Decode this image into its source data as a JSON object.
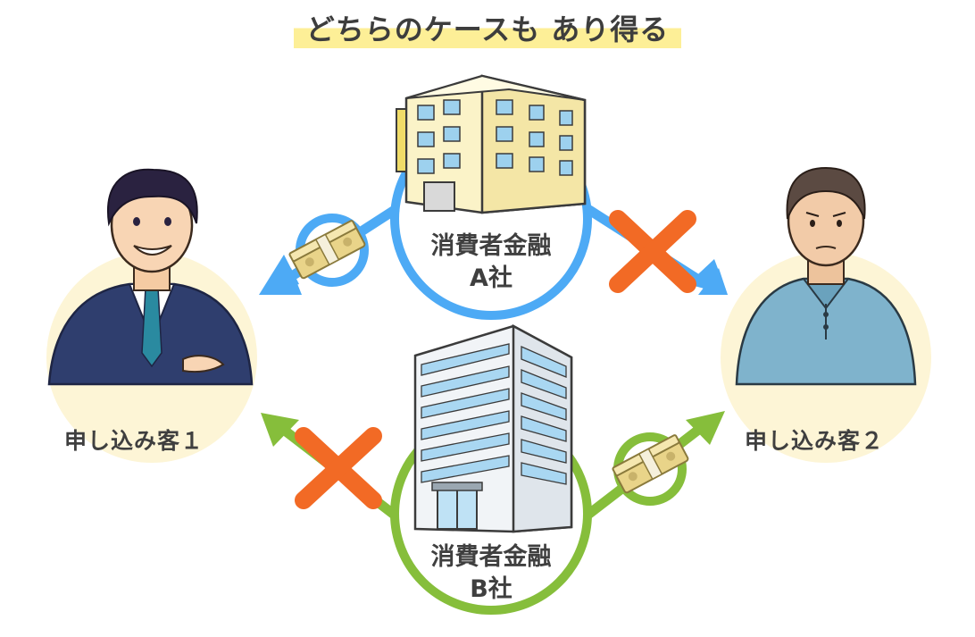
{
  "title": "どちらのケースも あり得る",
  "company_a": {
    "name": "消費者金融",
    "suffix": "A社",
    "color": "#4daaf5"
  },
  "company_b": {
    "name": "消費者金融",
    "suffix": "B社",
    "color": "#86be3b"
  },
  "applicant_1": {
    "label": "申し込み客１"
  },
  "applicant_2": {
    "label": "申し込み客２"
  },
  "marks": {
    "reject_color": "#f26a25",
    "accent_background": "#fdf5d6",
    "highlight": "#fdef97"
  },
  "flows": [
    {
      "from": "company_a",
      "to": "applicant_1",
      "result": "money-icon"
    },
    {
      "from": "company_a",
      "to": "applicant_2",
      "result": "cross-mark"
    },
    {
      "from": "company_b",
      "to": "applicant_1",
      "result": "cross-mark"
    },
    {
      "from": "company_b",
      "to": "applicant_2",
      "result": "money-icon"
    }
  ]
}
